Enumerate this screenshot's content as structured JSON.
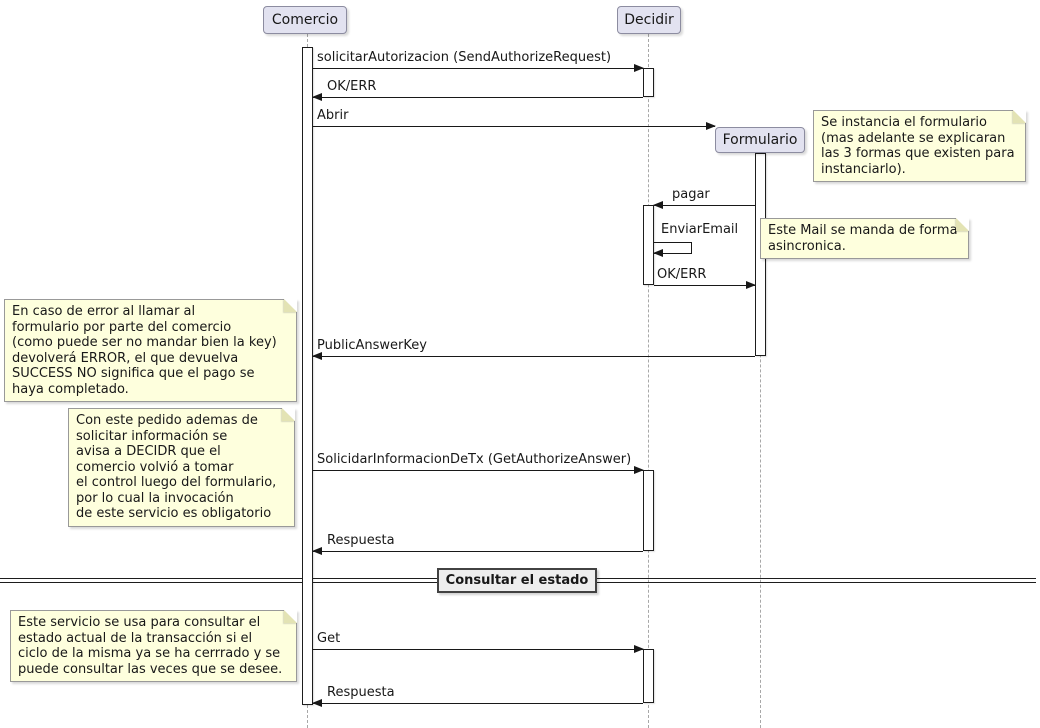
{
  "diagram_type": "uml-sequence",
  "participants": [
    {
      "label": "Comercio"
    },
    {
      "label": "Decidir"
    },
    {
      "label": "Formulario",
      "created_during_flow": true
    }
  ],
  "messages": [
    {
      "label": "solicitarAutorizacion (SendAuthorizeRequest)",
      "from": "Comercio",
      "to": "Decidir"
    },
    {
      "label": "OK/ERR",
      "from": "Decidir",
      "to": "Comercio"
    },
    {
      "label": "Abrir",
      "from": "Comercio",
      "to": "Formulario"
    },
    {
      "label": "pagar",
      "from": "Formulario",
      "to": "Decidir"
    },
    {
      "label": "EnviarEmail",
      "from": "Decidir",
      "to": "Decidir"
    },
    {
      "label": "OK/ERR",
      "from": "Decidir",
      "to": "Formulario"
    },
    {
      "label": "PublicAnswerKey",
      "from": "Formulario",
      "to": "Comercio"
    },
    {
      "label": "SolicidarInformacionDeTx (GetAuthorizeAnswer)",
      "from": "Comercio",
      "to": "Decidir"
    },
    {
      "label": "Respuesta",
      "from": "Decidir",
      "to": "Comercio"
    },
    {
      "label": "Get",
      "from": "Comercio",
      "to": "Decidir"
    },
    {
      "label": "Respuesta",
      "from": "Decidir",
      "to": "Comercio"
    }
  ],
  "divider": {
    "label": "Consultar el estado"
  },
  "notes": [
    {
      "text": "Se instancia el formulario\n(mas adelante se explicaran\nlas 3 formas que existen para\ninstanciarlo)."
    },
    {
      "text": "Este Mail se manda de forma\nasincronica."
    },
    {
      "text": "En caso de error al llamar al\nformulario por parte del comercio\n(como puede ser no mandar bien la key)\ndevolverá ERROR, el que devuelva\nSUCCESS NO significa que el pago se\nhaya completado."
    },
    {
      "text": "Con este pedido ademas de\nsolicitar información se\navisa a DECIDR que el\ncomercio volvió a tomar\nel control luego del formulario,\npor lo cual la invocación\nde este servicio es obligatorio"
    },
    {
      "text": "Este servicio se usa para consultar el\nestado actual de la transacción si el\nciclo de la misma ya se ha cerrrado y se\npuede consultar las veces que se desee."
    }
  ],
  "colors": {
    "participant_fill": "#E2E2F0",
    "participant_border": "#8c8ca0",
    "note_fill": "#FEFFDD",
    "note_border": "#999999",
    "divider_fill": "#EEEEEE",
    "arrow": "#181818",
    "lifeline": "#A8A8A8",
    "background": "#FFFFFF"
  }
}
